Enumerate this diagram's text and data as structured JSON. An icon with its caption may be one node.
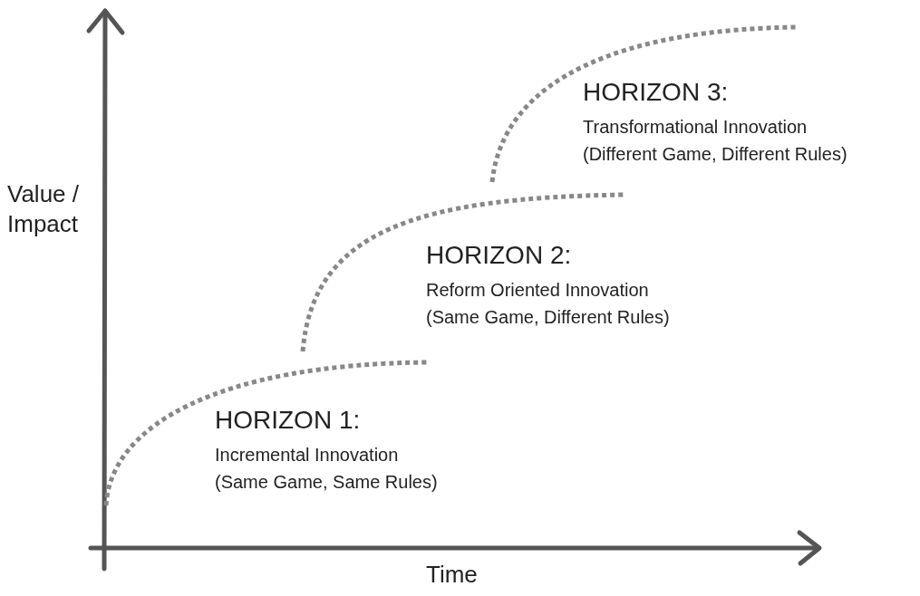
{
  "diagram": {
    "labels": [
      "HORIZON 3:",
      "Transformational Innovation",
      "(Different Game, Different Rules)",
      "Value / Impact",
      "HORIZON 2:",
      "Reform Oriented Innovation",
      "(Same Game, Different Rules)",
      "HORIZON 1:",
      "Incremental Innovation",
      "(Same Game, Same Rules)",
      "Time"
    ]
  }
}
